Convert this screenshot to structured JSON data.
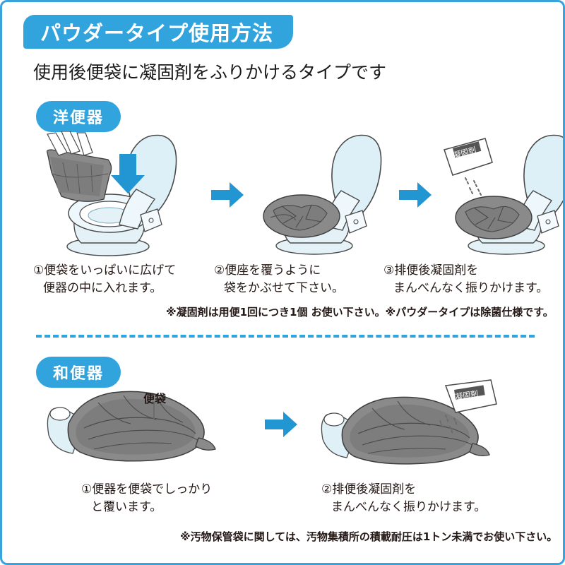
{
  "header": {
    "title": "パウダータイプ使用方法",
    "subtitle": "使用後便袋に凝固剤をふりかけるタイプです"
  },
  "colors": {
    "accent": "#31a3dd",
    "border": "#3aa3dc",
    "text": "#231815",
    "bag_gray": "#808080",
    "toilet_light": "#e4f2f7"
  },
  "sections": [
    {
      "badge": "洋便器",
      "steps": [
        {
          "caption_line1": "①便袋をいっぱいに広げて",
          "caption_line2": "便器の中に入れます。",
          "illustration": "toilet-open-lid-with-hands-inserting-bag",
          "packet_label": ""
        },
        {
          "caption_line1": "②便座を覆うように",
          "caption_line2": "袋をかぶせて下さい。",
          "illustration": "toilet-with-bag-over-seat",
          "packet_label": ""
        },
        {
          "caption_line1": "③排便後凝固剤を",
          "caption_line2": "まんべんなく振りかけます。",
          "illustration": "toilet-with-bag-and-powder-packet",
          "packet_label": "凝固剤"
        }
      ],
      "note": "※凝固剤は用便1回につき1個 お使い下さい。※パウダータイプは除菌仕様です。"
    },
    {
      "badge": "和便器",
      "callout_label": "便袋",
      "steps": [
        {
          "caption_line1": "①便器を便袋でしっかり",
          "caption_line2": "と覆います。",
          "illustration": "squat-toilet-covered-with-bag",
          "packet_label": ""
        },
        {
          "caption_line1": "②排便後凝固剤を",
          "caption_line2": "まんべんなく振りかけます。",
          "illustration": "squat-toilet-with-powder-packet",
          "packet_label": "凝固剤"
        }
      ],
      "note": "※汚物保管袋に関しては、汚物集積所の積載耐圧は1トン未満でお使い下さい。"
    }
  ],
  "icons": {
    "arrow_right": "arrow-right-icon",
    "arrow_down": "arrow-down-icon"
  }
}
